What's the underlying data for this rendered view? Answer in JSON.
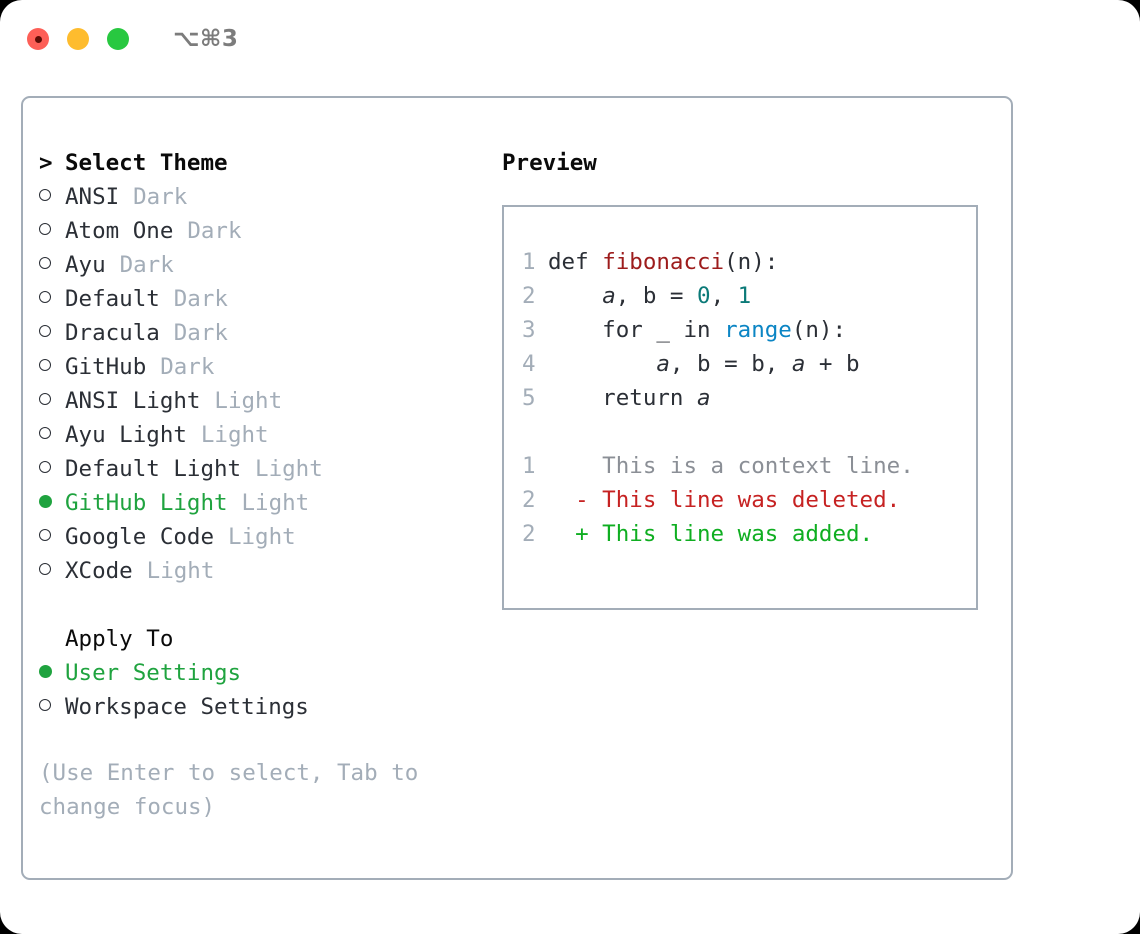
{
  "window": {
    "traffic_lights": [
      "close-red",
      "minimize-yellow",
      "maximize-green"
    ],
    "shortcut_label": "⌥⌘3"
  },
  "theme_picker": {
    "header_caret": ">",
    "header": "Select Theme",
    "items": [
      {
        "label": "ANSI",
        "suffix": "Dark",
        "selected": false
      },
      {
        "label": "Atom One",
        "suffix": "Dark",
        "selected": false
      },
      {
        "label": "Ayu",
        "suffix": "Dark",
        "selected": false
      },
      {
        "label": "Default",
        "suffix": "Dark",
        "selected": false
      },
      {
        "label": "Dracula",
        "suffix": "Dark",
        "selected": false
      },
      {
        "label": "GitHub",
        "suffix": "Dark",
        "selected": false
      },
      {
        "label": "ANSI Light",
        "suffix": "Light",
        "selected": false
      },
      {
        "label": "Ayu Light",
        "suffix": "Light",
        "selected": false
      },
      {
        "label": "Default Light",
        "suffix": "Light",
        "selected": false
      },
      {
        "label": "GitHub Light",
        "suffix": "Light",
        "selected": true
      },
      {
        "label": "Google Code",
        "suffix": "Light",
        "selected": false
      },
      {
        "label": "XCode",
        "suffix": "Light",
        "selected": false
      }
    ]
  },
  "apply_to": {
    "header": "Apply To",
    "items": [
      {
        "label": "User Settings",
        "selected": true
      },
      {
        "label": "Workspace Settings",
        "selected": false
      }
    ]
  },
  "hint": "(Use Enter to select, Tab to change focus)",
  "preview": {
    "title": "Preview",
    "code_lines": [
      {
        "lineno": "1",
        "tokens": [
          {
            "text": "def ",
            "style": "plain"
          },
          {
            "text": "fibonacci",
            "style": "fn"
          },
          {
            "text": "(n):",
            "style": "plain"
          }
        ]
      },
      {
        "lineno": "2",
        "tokens": [
          {
            "text": "    ",
            "style": "plain"
          },
          {
            "text": "a",
            "style": "var"
          },
          {
            "text": ", ",
            "style": "plain"
          },
          {
            "text": "b",
            "style": "plain"
          },
          {
            "text": " = ",
            "style": "plain"
          },
          {
            "text": "0",
            "style": "num"
          },
          {
            "text": ", ",
            "style": "plain"
          },
          {
            "text": "1",
            "style": "num"
          }
        ]
      },
      {
        "lineno": "3",
        "tokens": [
          {
            "text": "    for _ in ",
            "style": "plain"
          },
          {
            "text": "range",
            "style": "call"
          },
          {
            "text": "(n):",
            "style": "plain"
          }
        ]
      },
      {
        "lineno": "4",
        "tokens": [
          {
            "text": "        ",
            "style": "plain"
          },
          {
            "text": "a",
            "style": "var"
          },
          {
            "text": ", b = b, ",
            "style": "plain"
          },
          {
            "text": "a",
            "style": "var"
          },
          {
            "text": " + b",
            "style": "plain"
          }
        ]
      },
      {
        "lineno": "5",
        "tokens": [
          {
            "text": "    return ",
            "style": "plain"
          },
          {
            "text": "a",
            "style": "var"
          }
        ]
      }
    ],
    "diff_lines": [
      {
        "lineno": "1",
        "marker": " ",
        "text": "This is a context line.",
        "kind": "context"
      },
      {
        "lineno": "2",
        "marker": "-",
        "text": "This line was deleted.",
        "kind": "deleted"
      },
      {
        "lineno": "2",
        "marker": "+",
        "text": "This line was added.",
        "kind": "added"
      }
    ]
  },
  "colors": {
    "accent_green": "#1fa33f",
    "muted": "#a3adb8",
    "text": "#2b2f36",
    "border": "#a3adb8",
    "syntax_function": "#9d1c1c",
    "syntax_number": "#0b7a78",
    "syntax_call": "#0b85c4",
    "diff_deleted": "#c62222",
    "diff_added": "#0fae21",
    "diff_context": "#8b8f96"
  }
}
